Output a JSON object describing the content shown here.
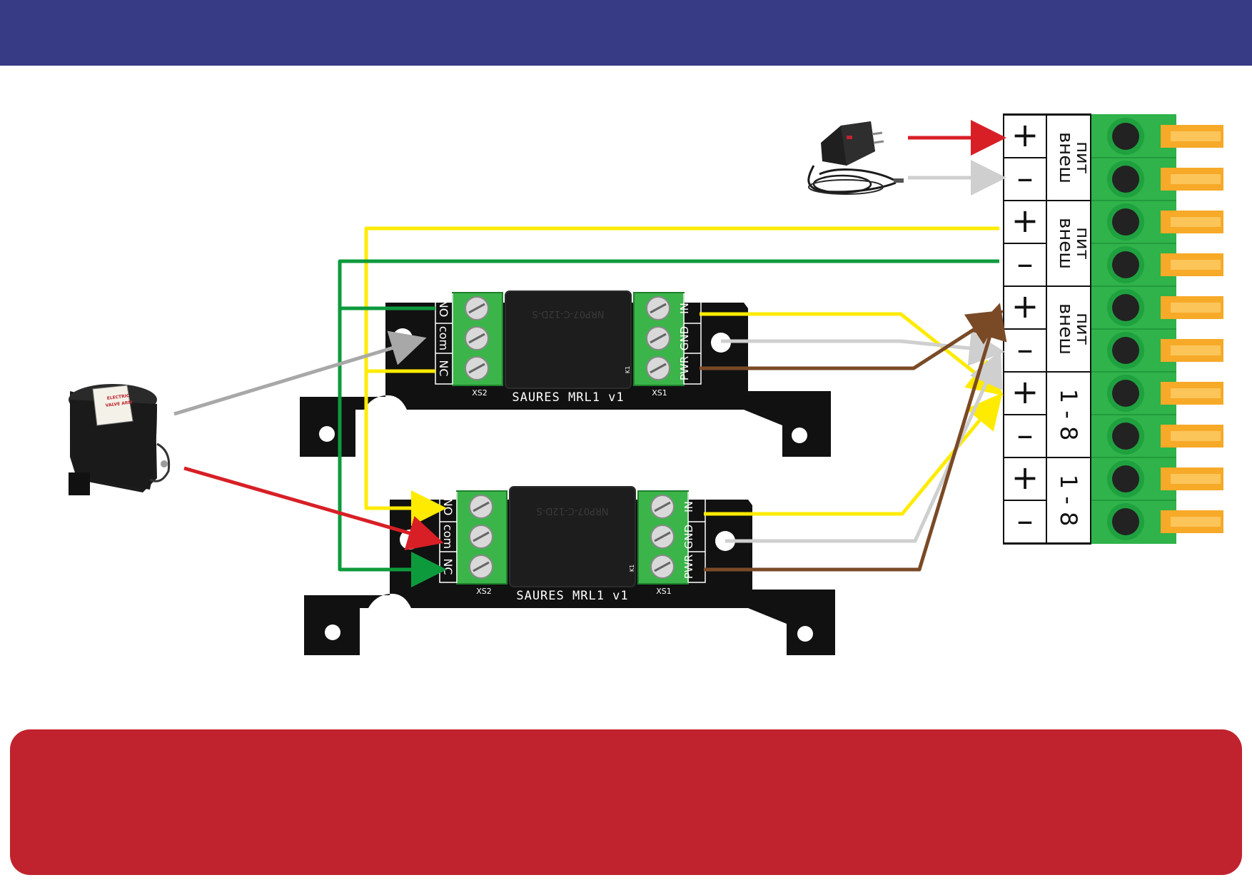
{
  "colors": {
    "banner": "#373a85",
    "panel": "#c0232e",
    "wire_red": "#d81f26",
    "wire_white": "#cfcfcf",
    "wire_yellow": "#ffeb00",
    "wire_green": "#0d9a3c",
    "wire_brown": "#7a4a26",
    "terminal_green": "#2fb34a",
    "pin_orange": "#f7a928",
    "pcb": "#111111"
  },
  "terminal_block": {
    "rows": [
      {
        "sign": "+"
      },
      {
        "sign": "–"
      },
      {
        "sign": "+"
      },
      {
        "sign": "–"
      },
      {
        "sign": "+"
      },
      {
        "sign": "–"
      },
      {
        "sign": "+"
      },
      {
        "sign": "–"
      },
      {
        "sign": "+"
      },
      {
        "sign": "–"
      }
    ],
    "groups": [
      {
        "line1": "внеш",
        "line2": "пит"
      },
      {
        "line1": "внеш",
        "line2": "пит"
      },
      {
        "line1": "внеш",
        "line2": "пит"
      },
      {
        "line1": "1 - 8",
        "line2": ""
      },
      {
        "line1": "1 - 8",
        "line2": ""
      }
    ]
  },
  "relay_top": {
    "name": "SAURES MRL1 v1",
    "left_pins": [
      "NO",
      "com",
      "NC"
    ],
    "right_pins": [
      "IN",
      "GND",
      "PWR"
    ],
    "xs_left": "XS2",
    "xs_right": "XS1",
    "relay_marking": "NRP07-C-12D-S",
    "k_label": "K1"
  },
  "relay_bottom": {
    "name": "SAURES MRL1 v1",
    "left_pins": [
      "NO",
      "com",
      "NC"
    ],
    "right_pins": [
      "IN",
      "GND",
      "PWR"
    ],
    "xs_left": "XS2",
    "xs_right": "XS1",
    "relay_marking": "NRP07-C-12D-S",
    "k_label": "K1"
  },
  "valve": {
    "label_line1": "ELECTRIC",
    "label_line2": "VALVE ARM"
  },
  "icons": [
    "power-adapter-icon",
    "electric-valve-icon"
  ]
}
